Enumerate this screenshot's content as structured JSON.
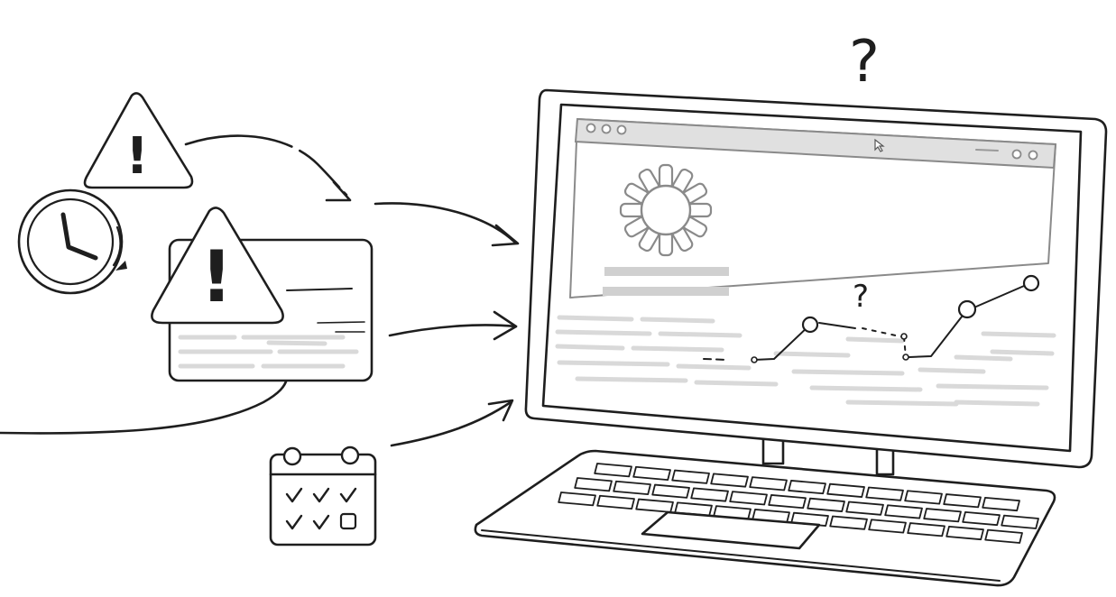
{
  "scene": {
    "warning_count": 2,
    "checklist": {
      "checked": 5,
      "total": 6
    }
  },
  "colors": {
    "ink": "#1e1e1e",
    "paper": "#ffffff",
    "muted": "#9a9a9a",
    "blurred_text": "#d9d9d9",
    "placeholder_bar": "#d0d0d0"
  },
  "icons": [
    "warning-icon",
    "clock-icon",
    "calendar-checklist-icon",
    "document-card-icon",
    "laptop-icon",
    "loading-spinner-icon",
    "question-mark-icon",
    "cursor-icon",
    "arrow-icon"
  ],
  "glyphs": {
    "exclamation": "!",
    "question": "?",
    "check": "✓"
  }
}
